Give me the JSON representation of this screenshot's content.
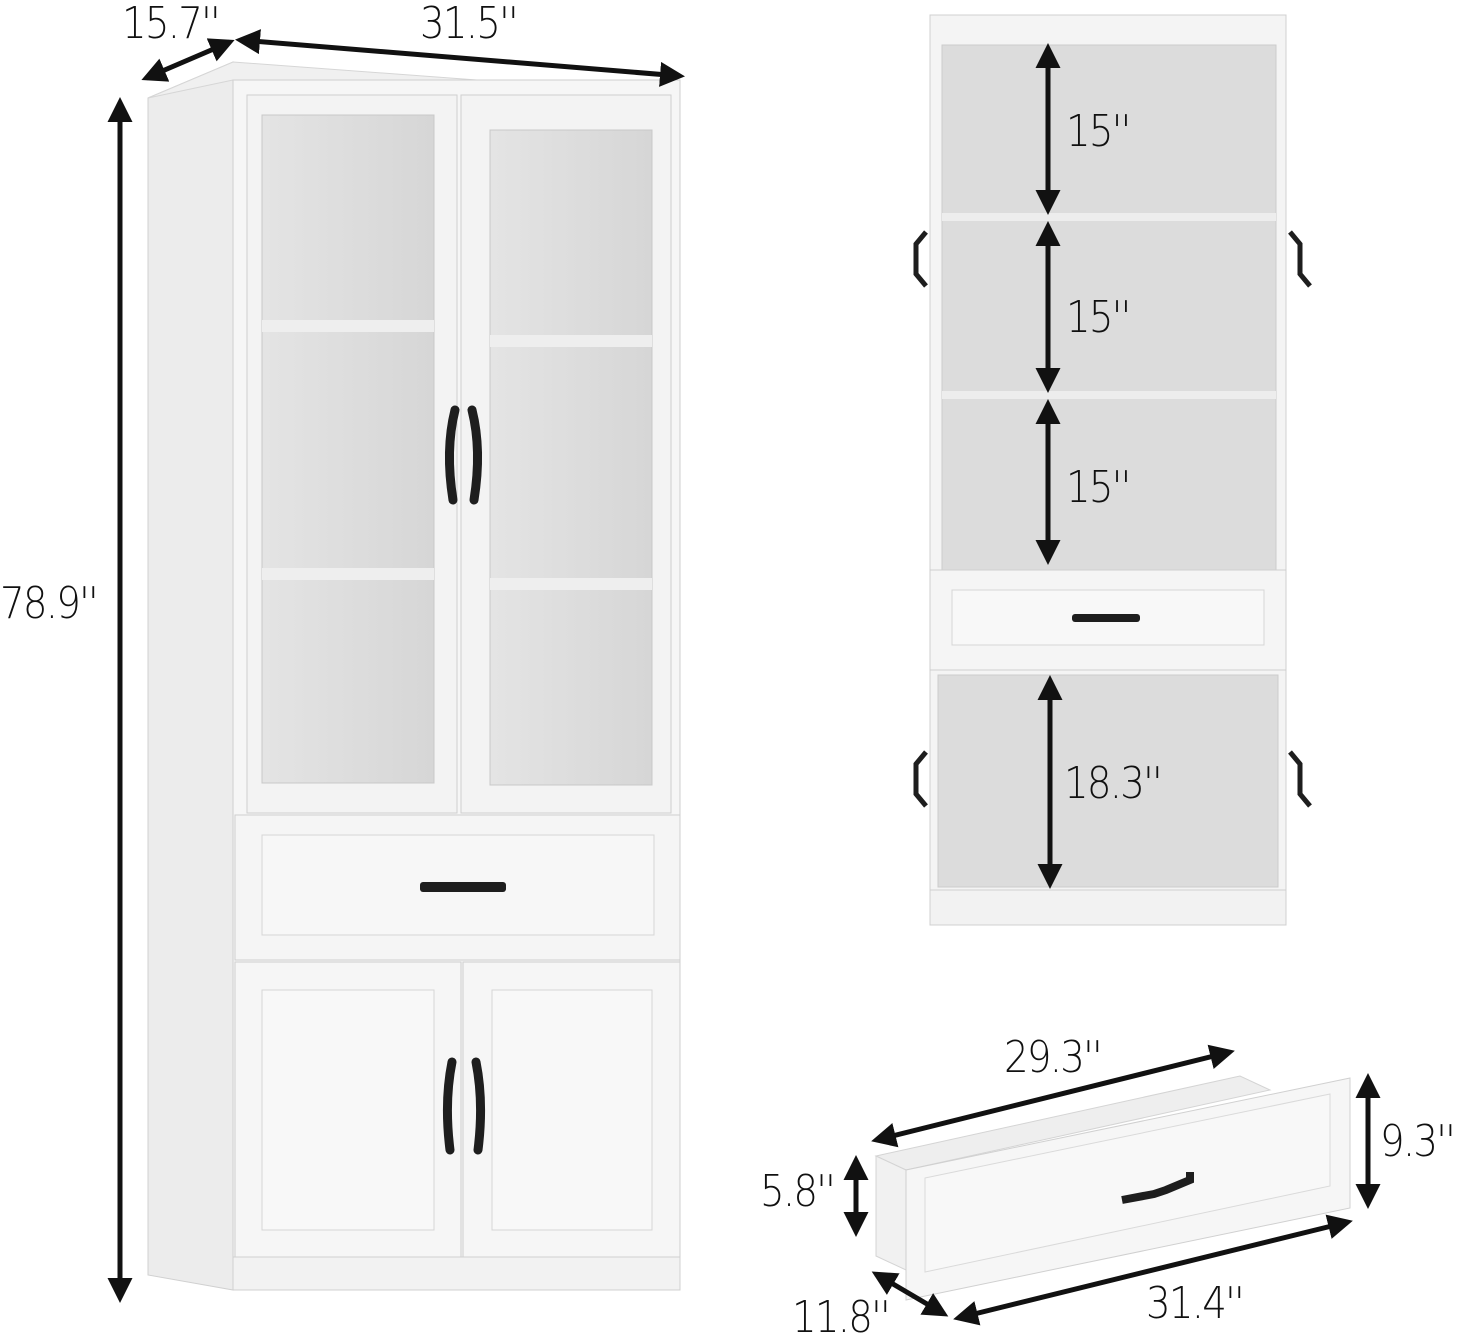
{
  "title": "Tall cabinet dimension diagram",
  "main_view": {
    "depth": "15.7''",
    "width": "31.5''",
    "height": "78.9''"
  },
  "interior_view": {
    "shelf_1": "15''",
    "shelf_2": "15''",
    "shelf_3": "15''",
    "bottom_compartment": "18.3''"
  },
  "drawer_view": {
    "inner_length": "29.3''",
    "front_height": "9.3''",
    "side_height": "5.8''",
    "front_width": "31.4''",
    "depth": "11.8''"
  },
  "colors": {
    "background": "#ffffff",
    "cabinet": "#f4f4f4",
    "interior": "#dcdcdc",
    "handle": "#1e1e1e",
    "arrow": "#111111"
  }
}
